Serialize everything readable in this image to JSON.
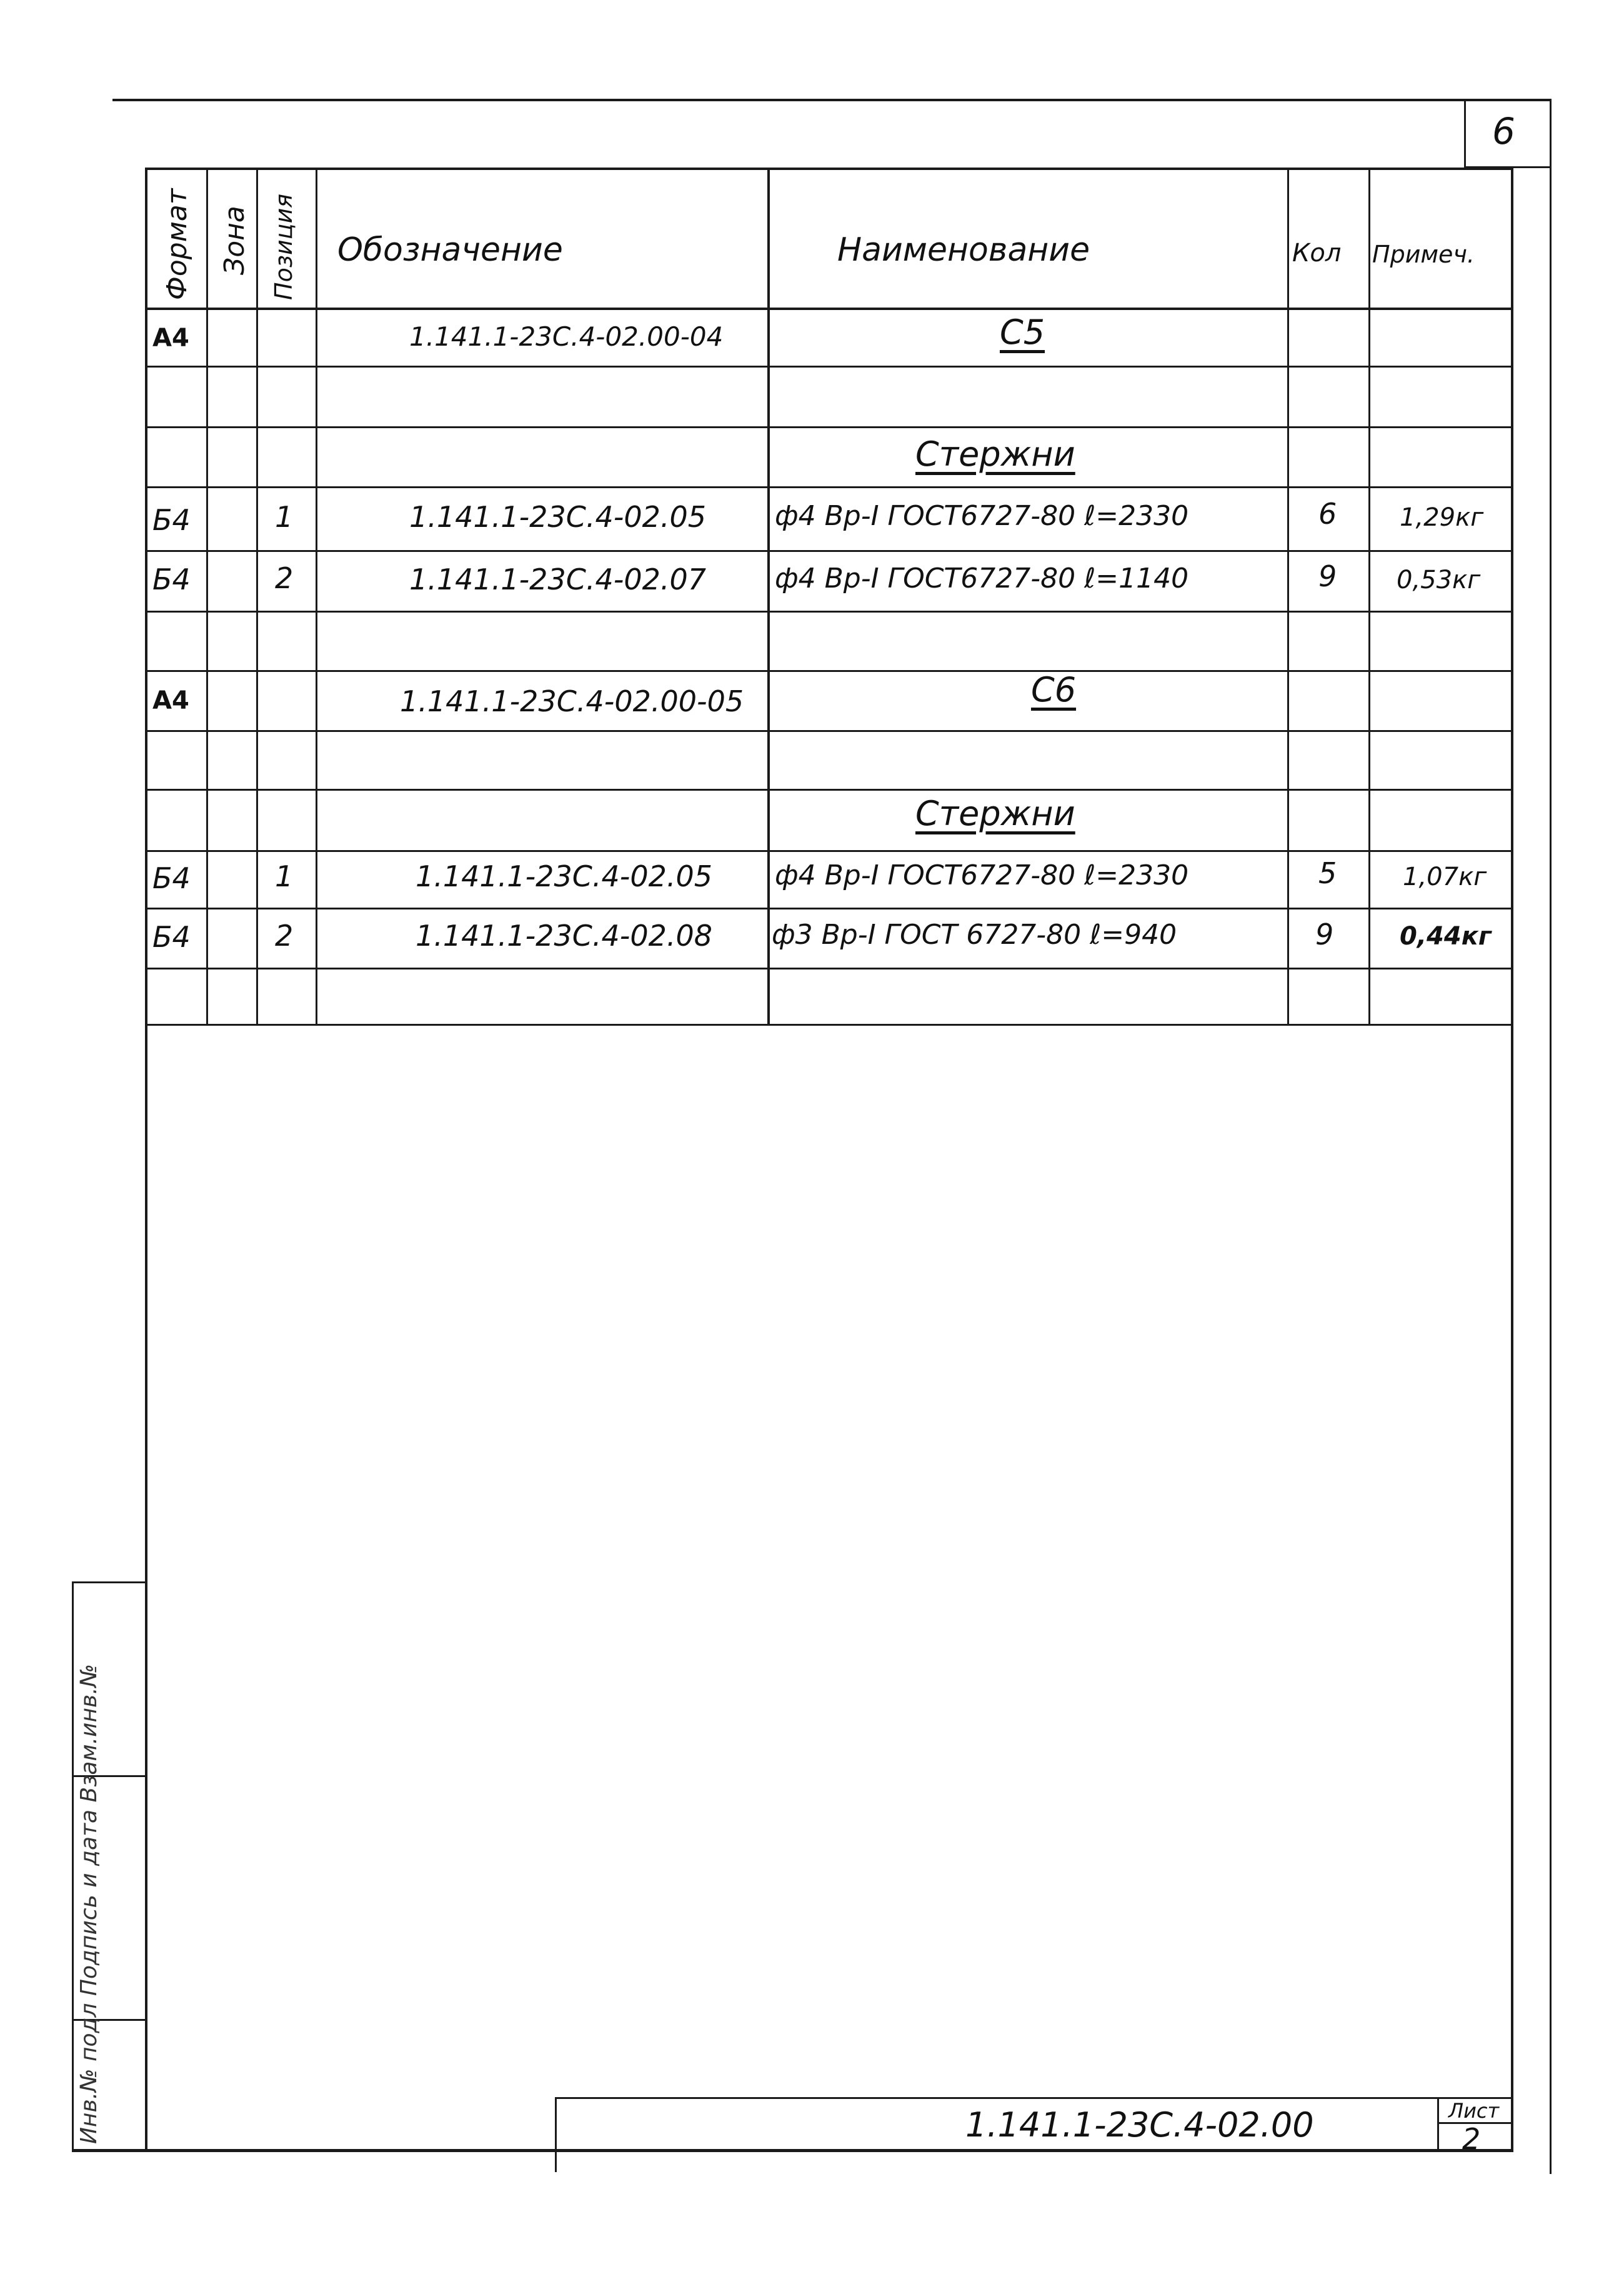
{
  "page": {
    "sheet_corner_number": "6",
    "footer_code": "1.141.1-23С.4-02.00",
    "footer_sheet_label": "Лист",
    "footer_sheet_number": "2",
    "side_stamp_text": "Инв.№ подл  Подпись и дата  Взам.инв.№"
  },
  "table": {
    "headers": {
      "format": "Формат",
      "zone": "Зона",
      "position": "Позиция",
      "designation": "Обозначение",
      "name": "Наименование",
      "qty": "Кол",
      "note": "Примеч."
    },
    "rows": [
      {
        "format": "А4",
        "zone": "",
        "pos": "",
        "designation": "1.141.1-23С.4-02.00-04",
        "name": "С5",
        "qty": "",
        "note": "",
        "name_style": "section"
      },
      {
        "format": "",
        "zone": "",
        "pos": "",
        "designation": "",
        "name": "",
        "qty": "",
        "note": ""
      },
      {
        "format": "",
        "zone": "",
        "pos": "",
        "designation": "",
        "name": "Стержни",
        "qty": "",
        "note": "",
        "name_style": "section"
      },
      {
        "format": "Б4",
        "zone": "",
        "pos": "1",
        "designation": "1.141.1-23С.4-02.05",
        "name": "ф4 Вр-I ГОСТ6727-80 ℓ=2330",
        "qty": "6",
        "note": "1,29кг"
      },
      {
        "format": "Б4",
        "zone": "",
        "pos": "2",
        "designation": "1.141.1-23С.4-02.07",
        "name": "ф4 Вр-I ГОСТ6727-80 ℓ=1140",
        "qty": "9",
        "note": "0,53кг"
      },
      {
        "format": "",
        "zone": "",
        "pos": "",
        "designation": "",
        "name": "",
        "qty": "",
        "note": ""
      },
      {
        "format": "А4",
        "zone": "",
        "pos": "",
        "designation": "1.141.1-23С.4-02.00-05",
        "name": "С6",
        "qty": "",
        "note": "",
        "name_style": "section"
      },
      {
        "format": "",
        "zone": "",
        "pos": "",
        "designation": "",
        "name": "",
        "qty": "",
        "note": ""
      },
      {
        "format": "",
        "zone": "",
        "pos": "",
        "designation": "",
        "name": "Стержни",
        "qty": "",
        "note": "",
        "name_style": "section"
      },
      {
        "format": "Б4",
        "zone": "",
        "pos": "1",
        "designation": "1.141.1-23С.4-02.05",
        "name": "ф4 Вр-I ГОСТ6727-80 ℓ=2330",
        "qty": "5",
        "note": "1,07кг"
      },
      {
        "format": "Б4",
        "zone": "",
        "pos": "2",
        "designation": "1.141.1-23С.4-02.08",
        "name": "ф3 Вр-I ГОСТ 6727-80 ℓ=940",
        "qty": "9",
        "note": "0,44кг"
      },
      {
        "format": "",
        "zone": "",
        "pos": "",
        "designation": "",
        "name": "",
        "qty": "",
        "note": ""
      }
    ]
  }
}
